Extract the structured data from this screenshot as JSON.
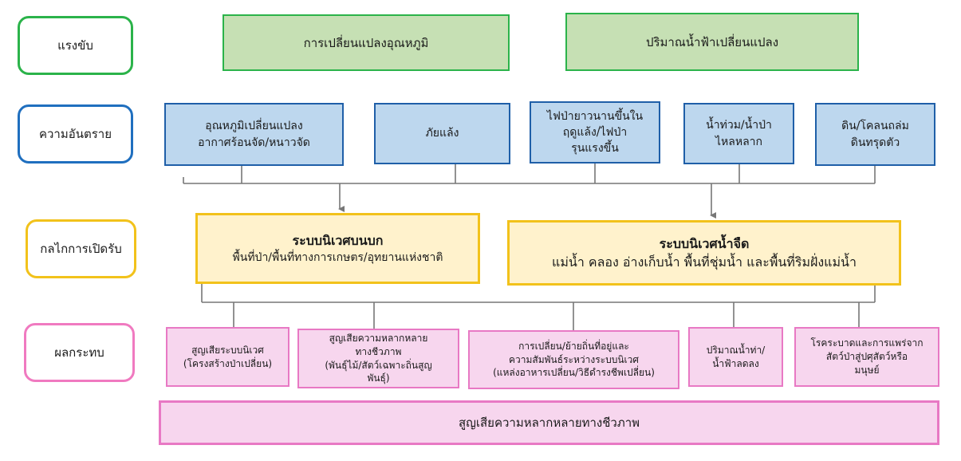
{
  "labels": {
    "drivers": "แรงขับ",
    "hazards": "ความอันตราย",
    "mechanisms": "กลไกการเปิดรับ",
    "impacts": "ผลกระทบ"
  },
  "drivers": [
    "การเปลี่ยนแปลงอุณหภูมิ",
    "ปริมาณน้ำฟ้าเปลี่ยนแปลง"
  ],
  "hazards": [
    [
      "อุณหภูมิเปลี่ยนแปลง",
      "อากาศร้อนจัด/หนาวจัด"
    ],
    [
      "ภัยแล้ง"
    ],
    [
      "ไฟป่ายาวนานขึ้นใน",
      "ฤดูแล้ง/ไฟป่า",
      "รุนแรงขึ้น"
    ],
    [
      "น้ำท่วม/น้ำป่า",
      "ไหลหลาก"
    ],
    [
      "ดิน/โคลนถล่ม",
      "ดินทรุดตัว"
    ]
  ],
  "mechanisms": [
    {
      "title": "ระบบนิเวศบนบก",
      "subtitle": "พื้นที่ป่า/พื้นที่ทางการเกษตร/อุทยานแห่งชาติ"
    },
    {
      "title": "ระบบนิเวศน้ำจืด",
      "subtitle": "แม่น้ำ คลอง อ่างเก็บน้ำ พื้นที่ชุ่มน้ำ และพื้นที่ริมฝั่งแม่น้ำ"
    }
  ],
  "impacts": [
    [
      "สูญเสียระบบนิเวศ",
      "(โครงสร้างป่าเปลี่ยน)"
    ],
    [
      "สูญเสียความหลากหลาย",
      "ทางชีวภาพ",
      "(พันธุ์ไม้/สัตว์เฉพาะถิ่นสูญ",
      "พันธุ์)"
    ],
    [
      "การเปลี่ยน/ย้ายถิ่นที่อยู่และ",
      "ความสัมพันธ์ระหว่างระบบนิเวศ",
      "(แหล่งอาหารเปลี่ยน/วิธีดำรงชีพเปลี่ยน)"
    ],
    [
      "ปริมาณน้ำท่า/",
      "น้ำฟ้าลดลง"
    ],
    [
      "โรคระบาดและการแพร่จาก",
      "สัตว์ป่าสู่ปศุสัตว์หรือ",
      "มนุษย์"
    ]
  ],
  "final_impact": "สูญเสียความหลากหลายทางชีวภาพ",
  "colors": {
    "green": "#2bb34a",
    "blue": "#1f6fbf",
    "yellow": "#f2c21b",
    "pink": "#e879c4",
    "green_fill": "#c6e0b4",
    "blue_fill": "#bdd7ee",
    "yellow_fill": "#fff2cc",
    "pink_fill": "#f7d6ee",
    "connector": "#777777"
  }
}
